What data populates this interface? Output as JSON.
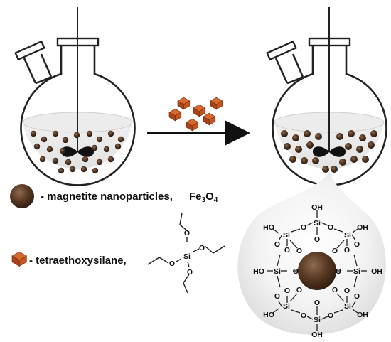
{
  "legend": {
    "nanoparticle_label": "- magnetite nanoparticles,",
    "nanoparticle_formula_prefix": "Fe",
    "nanoparticle_formula_sub1": "3",
    "nanoparticle_formula_mid": "O",
    "nanoparticle_formula_sub2": "4",
    "teos_label": "- tetraethoxysilane,",
    "teos_si": "Si",
    "teos_o": "O"
  },
  "structure": {
    "si": "Si",
    "o": "O",
    "oh": "OH",
    "ho": "HO"
  },
  "colors": {
    "particle": "#4a2f1c",
    "particle_highlight": "#7a5a40",
    "teos_cube": "#c8551b",
    "teos_cube_dark": "#8a3610",
    "liquid": "#e9e9e9",
    "outline": "#222222",
    "glow": "#d9d9d9"
  }
}
